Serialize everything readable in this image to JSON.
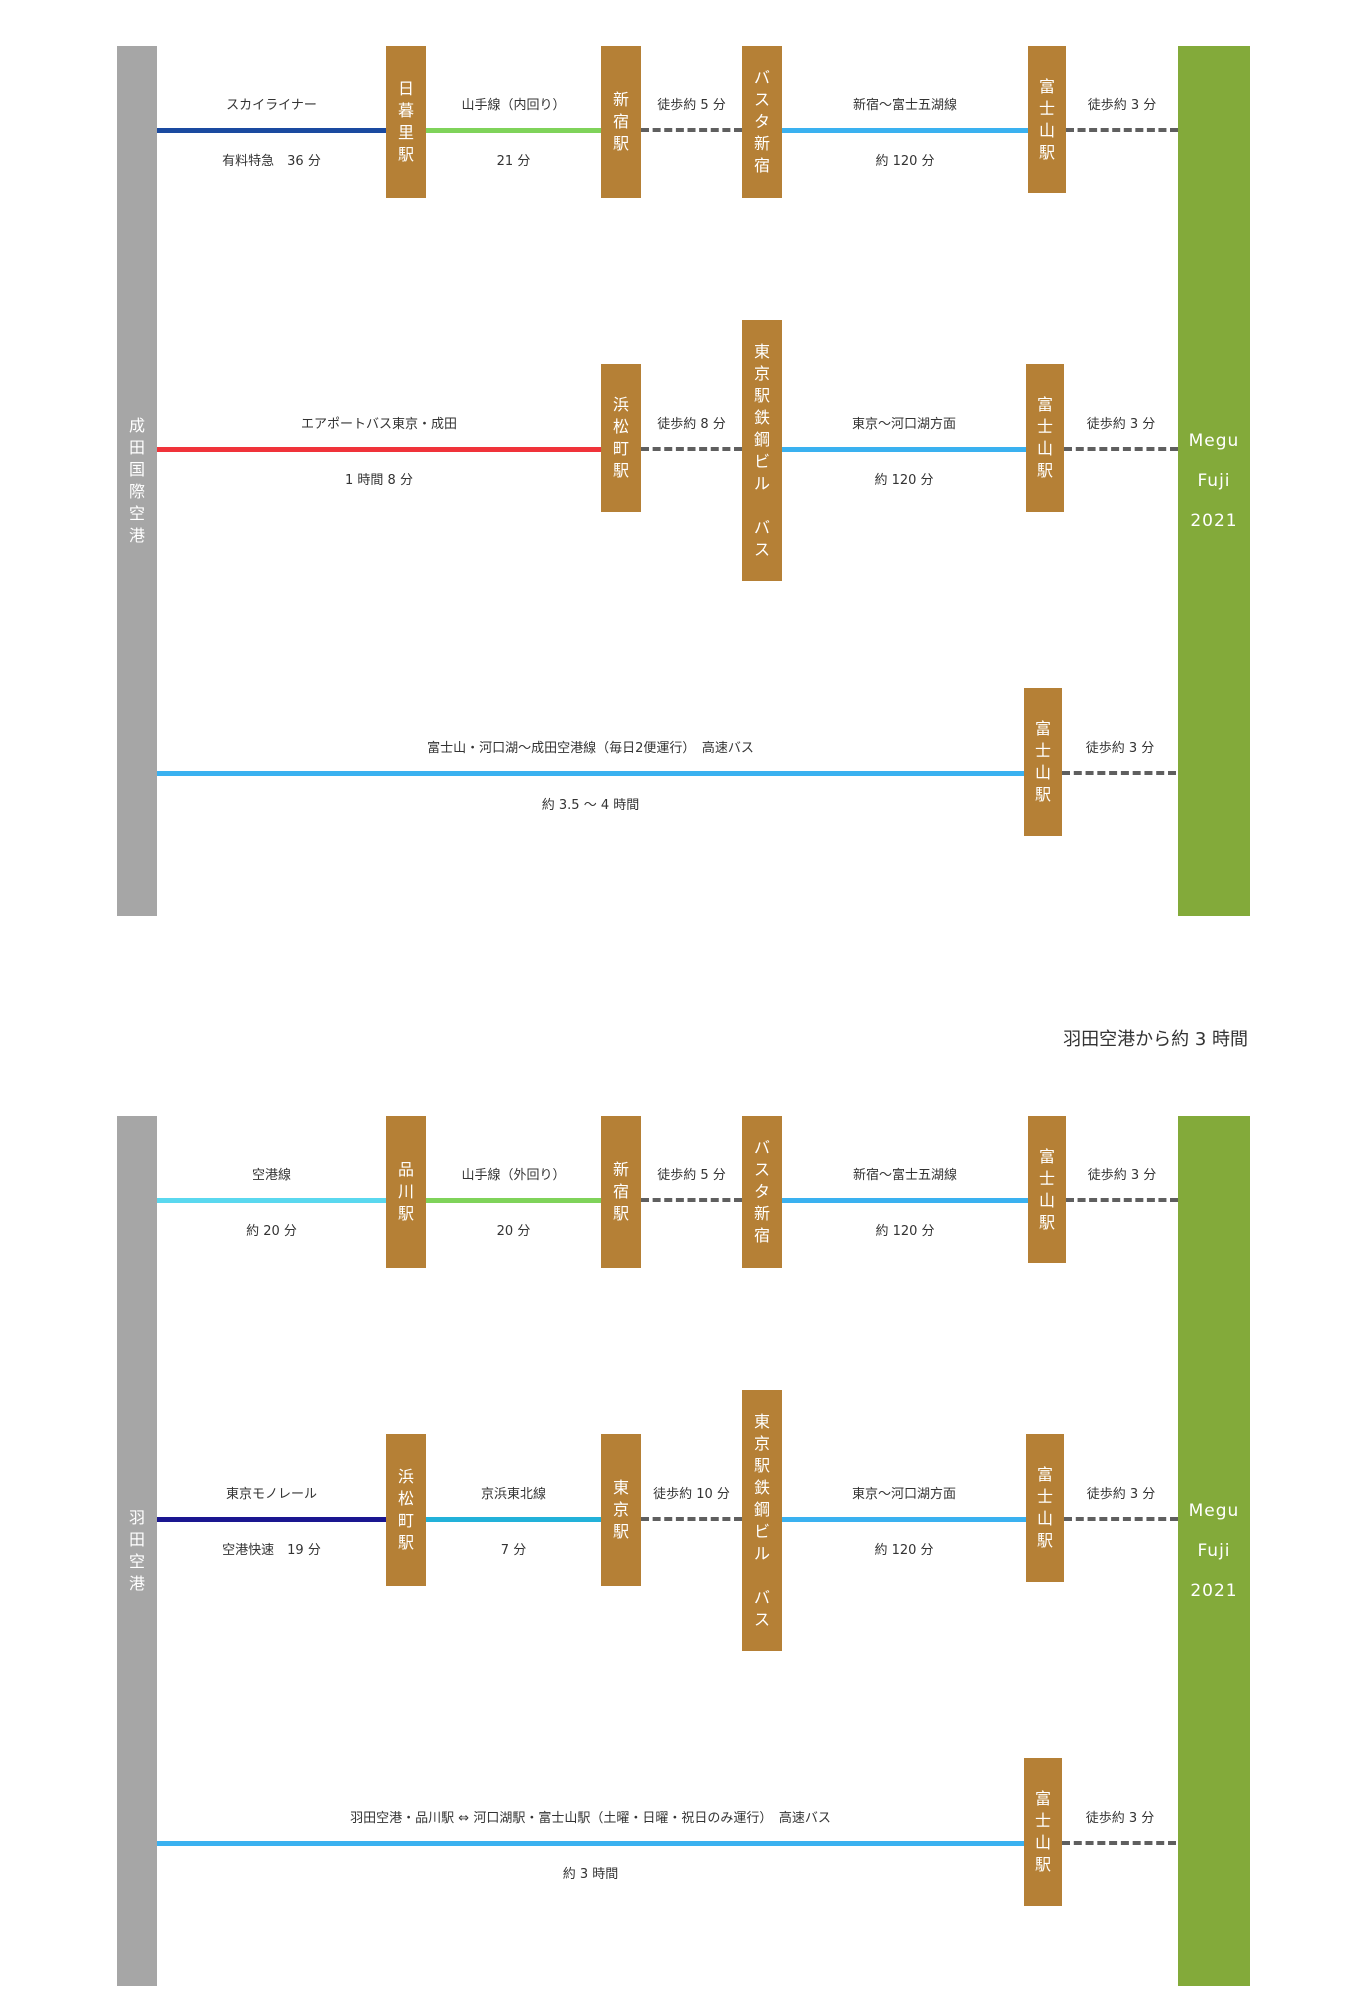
{
  "colors": {
    "origin": "#a6a6a6",
    "destination": "#83aa3a",
    "station": "#b58036",
    "walk_dash": "#5f5f5f",
    "skyliner": "#1a4aa0",
    "yamanote": "#7fd35a",
    "bus_blue": "#3ab1f0",
    "airport_bus": "#f0333a",
    "airport_line": "#5ad8ef",
    "monorail": "#1a1690",
    "keihin_tohoku": "#22b1d9"
  },
  "narita": {
    "origin_label": "成田国際空港",
    "destination_lines": [
      "Megu",
      "Fuji",
      "2021"
    ],
    "route1": {
      "seg1_top": "スカイライナー",
      "seg1_bottom": "有料特急　36 分",
      "station1": "日暮里駅",
      "seg2_top": "山手線（内回り）",
      "seg2_bottom": "21 分",
      "station2": "新宿駅",
      "walk1": "徒歩約 5 分",
      "station3": "バスタ新宿",
      "seg3_top": "新宿〜富士五湖線",
      "seg3_bottom": "約 120 分",
      "station4": "富士山駅",
      "walk2": "徒歩約 3 分"
    },
    "route2": {
      "seg1_top": "エアポートバス東京・成田",
      "seg1_bottom": "1 時間 8 分",
      "station1": "浜松町駅",
      "walk1": "徒歩約 8 分",
      "station2_main": "東京駅鉄鋼ビル",
      "station2_sub": "バス",
      "seg2_top": "東京〜河口湖方面",
      "seg2_bottom": "約 120 分",
      "station3": "富士山駅",
      "walk2": "徒歩約 3 分"
    },
    "route3": {
      "seg1_top": "富士山・河口湖〜成田空港線（毎日2便運行）　高速バス",
      "seg1_bottom": "約 3.5 〜 4 時間",
      "station1": "富士山駅",
      "walk1": "徒歩約 3 分"
    }
  },
  "haneda_heading": "羽田空港から約 3 時間",
  "haneda": {
    "origin_label": "羽田空港",
    "destination_lines": [
      "Megu",
      "Fuji",
      "2021"
    ],
    "route1": {
      "seg1_top": "空港線",
      "seg1_bottom": "約 20 分",
      "station1": "品川駅",
      "seg2_top": "山手線（外回り）",
      "seg2_bottom": "20 分",
      "station2": "新宿駅",
      "walk1": "徒歩約 5 分",
      "station3": "バスタ新宿",
      "seg3_top": "新宿〜富士五湖線",
      "seg3_bottom": "約 120 分",
      "station4": "富士山駅",
      "walk2": "徒歩約 3 分"
    },
    "route2": {
      "seg1_top": "東京モノレール",
      "seg1_bottom": "空港快速　19 分",
      "station1": "浜松町駅",
      "seg2_top": "京浜東北線",
      "seg2_bottom": "7 分",
      "station2": "東京駅",
      "walk1": "徒歩約 10 分",
      "station3_main": "東京駅鉄鋼ビル",
      "station3_sub": "バス",
      "seg3_top": "東京〜河口湖方面",
      "seg3_bottom": "約 120 分",
      "station4": "富士山駅",
      "walk2": "徒歩約 3 分"
    },
    "route3": {
      "seg1_top": "羽田空港・品川駅 ⇔ 河口湖駅・富士山駅（土曜・日曜・祝日のみ運行）　高速バス",
      "seg1_bottom": "約 3 時間",
      "station1": "富士山駅",
      "walk1": "徒歩約 3 分"
    }
  }
}
